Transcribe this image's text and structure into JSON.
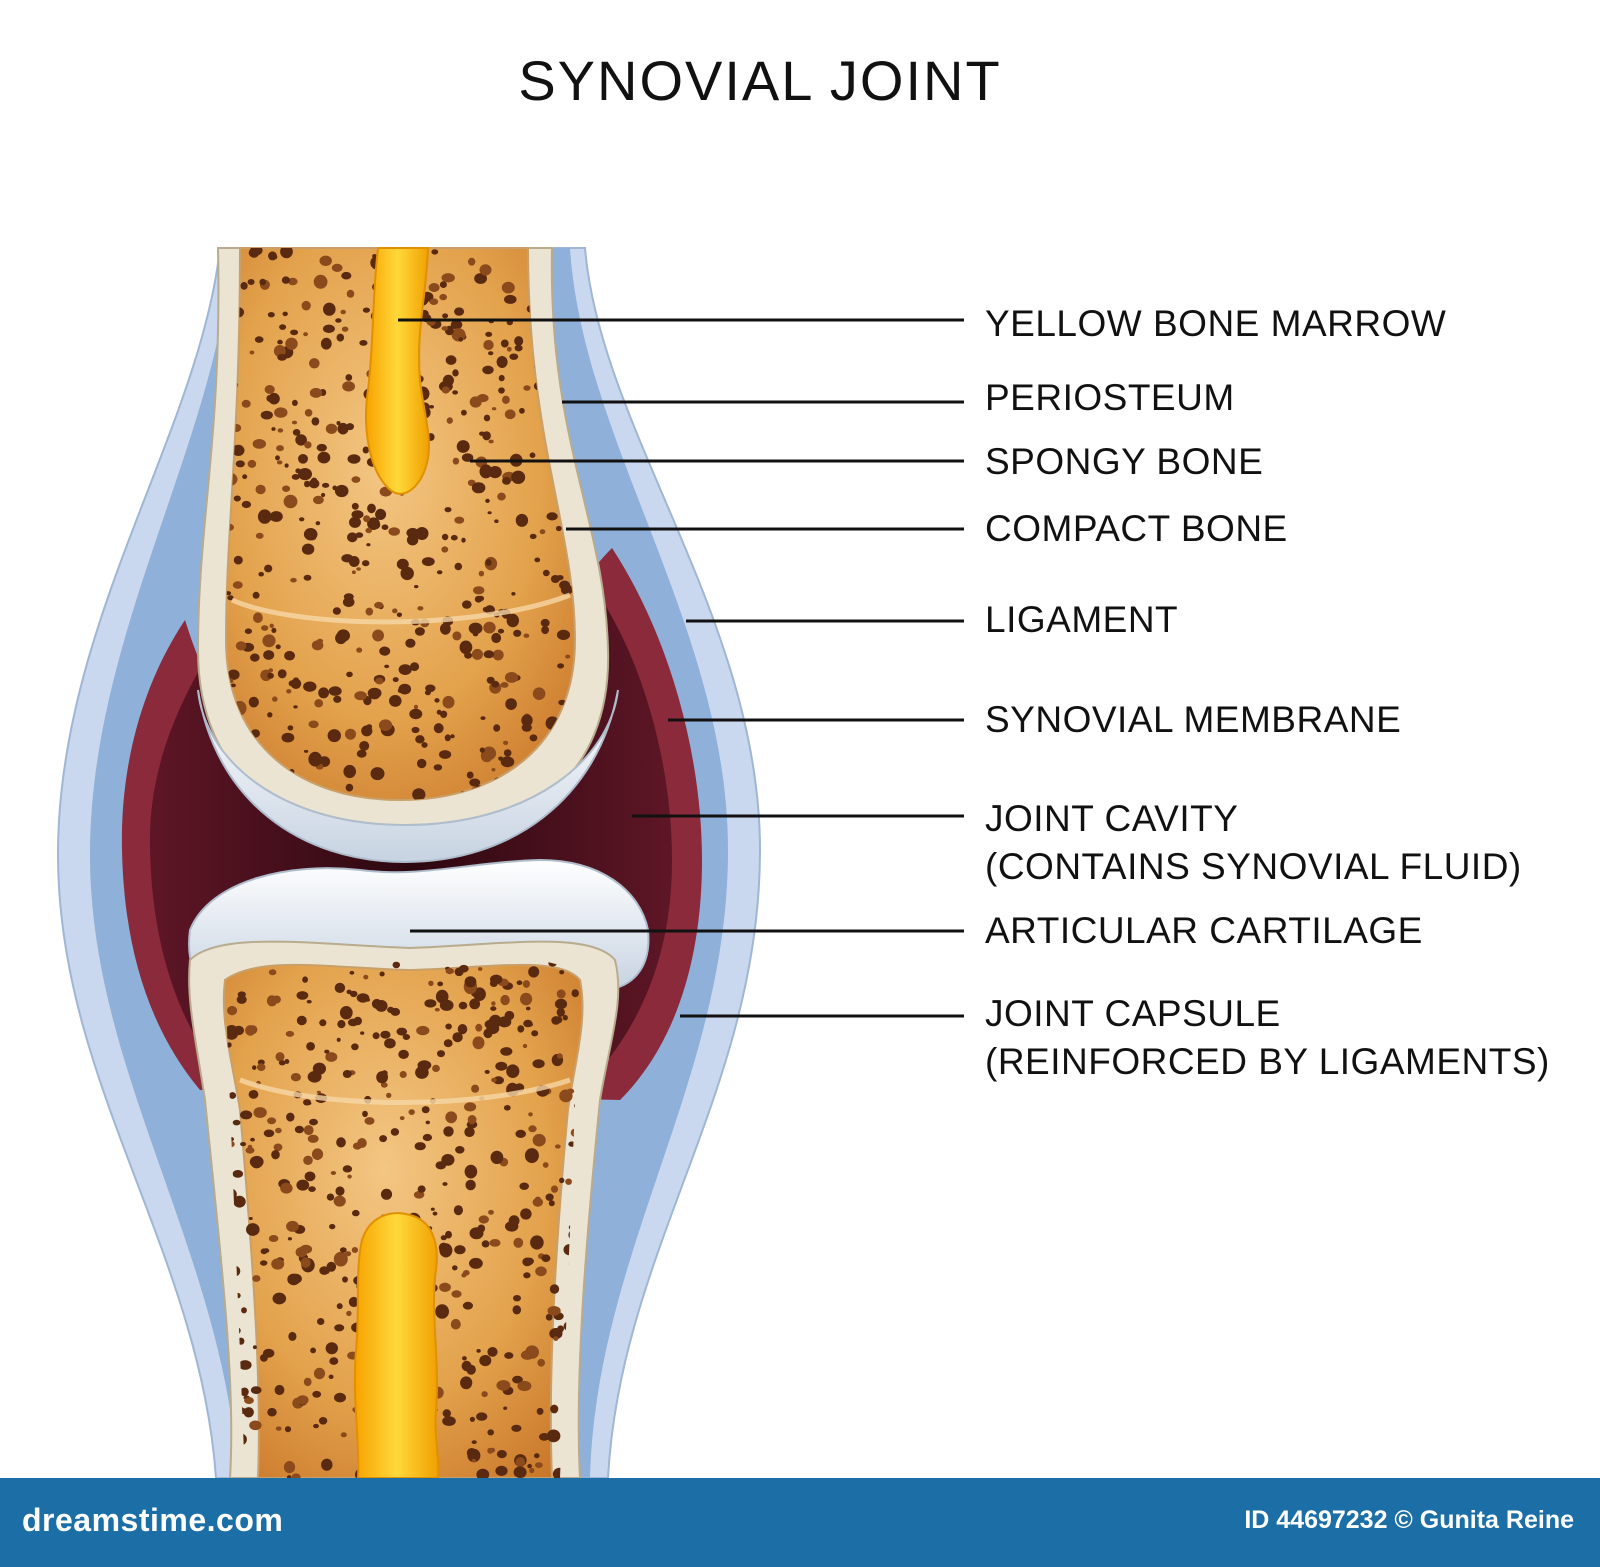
{
  "title": "SYNOVIAL JOINT",
  "labels": [
    {
      "id": "yellow-bone-marrow",
      "lines": [
        "YELLOW BONE MARROW"
      ]
    },
    {
      "id": "periosteum",
      "lines": [
        "PERIOSTEUM"
      ]
    },
    {
      "id": "spongy-bone",
      "lines": [
        "SPONGY BONE"
      ]
    },
    {
      "id": "compact-bone",
      "lines": [
        "COMPACT BONE"
      ]
    },
    {
      "id": "ligament",
      "lines": [
        "LIGAMENT"
      ]
    },
    {
      "id": "synovial-membrane",
      "lines": [
        "SYNOVIAL MEMBRANE"
      ]
    },
    {
      "id": "joint-cavity",
      "lines": [
        "JOINT CAVITY",
        "(CONTAINS SYNOVIAL FLUID)"
      ]
    },
    {
      "id": "articular-cartilage",
      "lines": [
        "ARTICULAR CARTILAGE"
      ]
    },
    {
      "id": "joint-capsule",
      "lines": [
        "JOINT CAPSULE",
        "(REINFORCED BY LIGAMENTS)"
      ]
    }
  ],
  "footer": {
    "brand": "dreamstime.com",
    "credit": "ID 44697232 © Gunita Reine"
  },
  "colors": {
    "capsule_outer": "#c9d8ee",
    "capsule_inner": "#8fb0d8",
    "synovial_membrane": "#8a2a3a",
    "joint_cavity": "#3a0d18",
    "compact_bone": "#ebe4d2",
    "spongy_bone": "#e3a24c",
    "marrow": "#f4c21a",
    "cartilage": "#e8eef6",
    "footer_bar": "#1b6fa6"
  }
}
